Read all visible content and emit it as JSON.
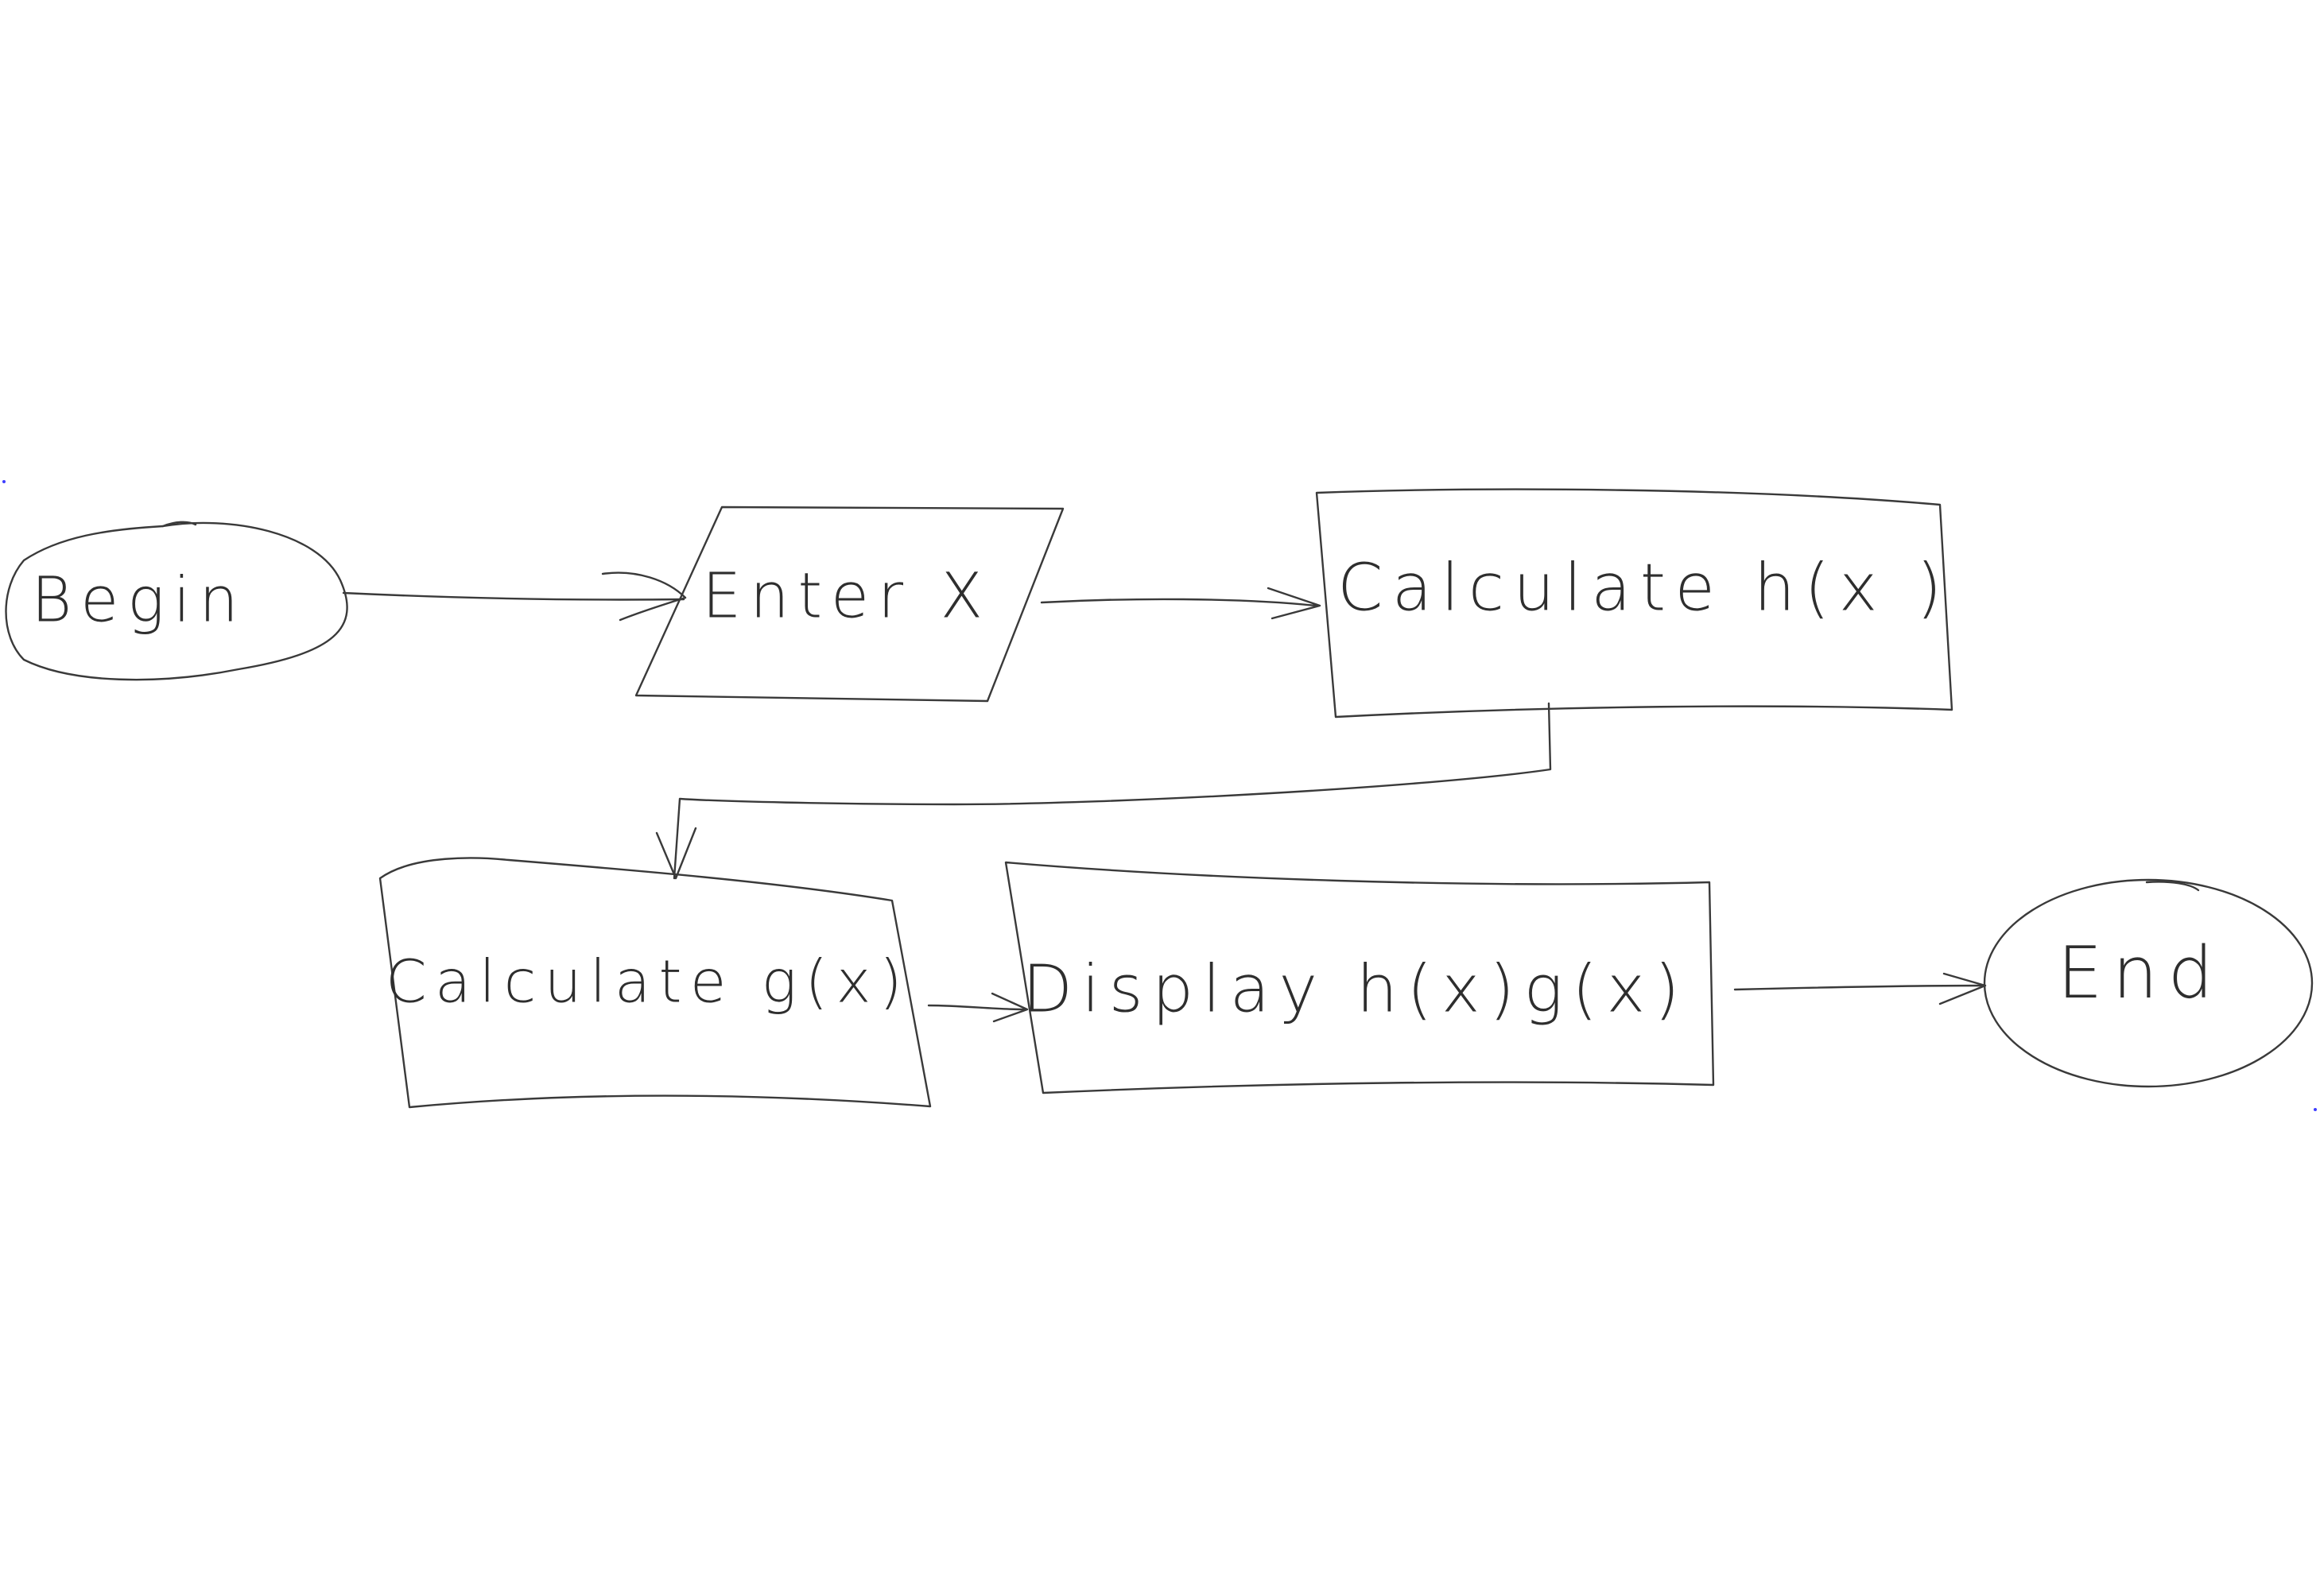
{
  "diagram": {
    "nodes": [
      {
        "id": "begin",
        "label": "Begin",
        "shape": "ellipse"
      },
      {
        "id": "enter-x",
        "label": "Enter X",
        "shape": "parallelogram"
      },
      {
        "id": "calc-h",
        "label": "Calculate h(x )",
        "shape": "rectangle"
      },
      {
        "id": "calc-g",
        "label": "Calculate g(x)",
        "shape": "rectangle"
      },
      {
        "id": "display",
        "label": "Display h(x)g(x)",
        "shape": "rectangle"
      },
      {
        "id": "end",
        "label": "End",
        "shape": "ellipse"
      }
    ],
    "edges": [
      {
        "from": "begin",
        "to": "enter-x"
      },
      {
        "from": "enter-x",
        "to": "calc-h"
      },
      {
        "from": "calc-h",
        "to": "calc-g"
      },
      {
        "from": "calc-g",
        "to": "display"
      },
      {
        "from": "display",
        "to": "end"
      }
    ],
    "stroke_color": "#3a3a3a",
    "background_color": "#ffffff"
  }
}
